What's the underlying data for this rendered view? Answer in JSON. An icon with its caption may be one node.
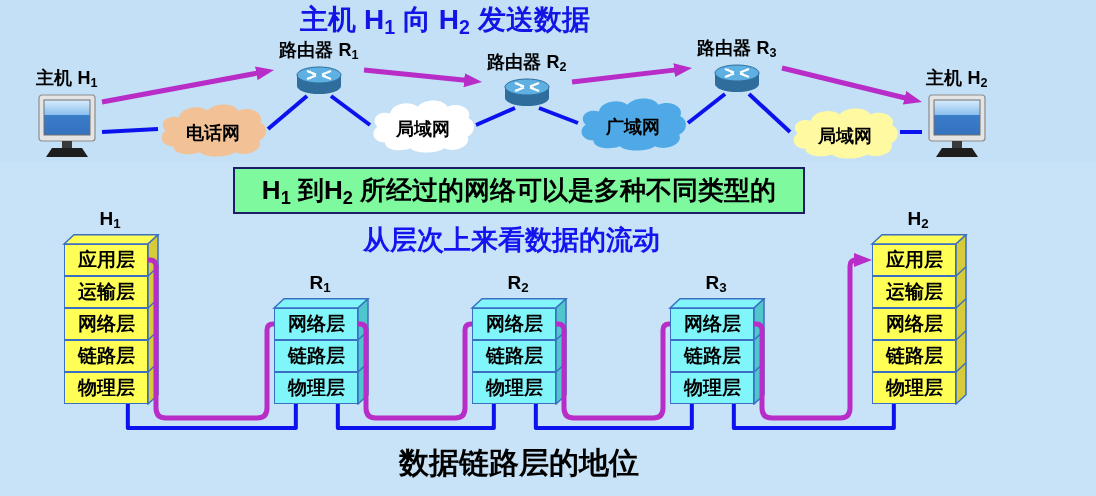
{
  "diagram": {
    "title": "主机 H$_{1}$ 向 H$_{2}$ 发送数据",
    "caption": "数据链路层的地位",
    "nodes": [
      {
        "text": [
          "主机 H$_{1}$"
        ]
      },
      {
        "text": [
          "电话网"
        ]
      },
      {
        "text": [
          "路由器 R$_{1}$"
        ]
      },
      {
        "text": [
          "局域网"
        ]
      },
      {
        "text": [
          "路由器 R$_{2}$"
        ]
      },
      {
        "text": [
          "广域网"
        ]
      },
      {
        "text": [
          "路由器 R$_{3}$"
        ]
      },
      {
        "text": [
          "局域网"
        ]
      },
      {
        "text": [
          "主机 H$_{2}$"
        ]
      },
      {
        "text": [
          "H$_{1}$ 到H$_{2}$ 所经过的网络可以是多种不同类型的"
        ]
      },
      {
        "text": [
          "H$_{1}$"
        ]
      },
      {
        "text": [
          "应用层"
        ],
        "in": 10
      },
      {
        "text": [
          "运输层"
        ],
        "in": 10
      },
      {
        "text": [
          "网络层"
        ],
        "in": 10
      },
      {
        "text": [
          "链路层"
        ],
        "in": 10
      },
      {
        "text": [
          "物理层"
        ],
        "in": 10
      },
      {
        "text": [
          "R$_{1}$"
        ]
      },
      {
        "text": [
          "网络层"
        ],
        "in": 16
      },
      {
        "text": [
          "链路层"
        ],
        "in": 16
      },
      {
        "text": [
          "物理层"
        ],
        "in": 16
      },
      {
        "text": [
          "R$_{2}$"
        ]
      },
      {
        "text": [
          "网络层"
        ],
        "in": 20
      },
      {
        "text": [
          "链路层"
        ],
        "in": 20
      },
      {
        "text": [
          "物理层"
        ],
        "in": 20
      },
      {
        "text": [
          "R$_{3}$"
        ]
      },
      {
        "text": [
          "网络层"
        ],
        "in": 24
      },
      {
        "text": [
          "链路层"
        ],
        "in": 24
      },
      {
        "text": [
          "物理层"
        ],
        "in": 24
      },
      {
        "text": [
          "H$_{2}$"
        ]
      },
      {
        "text": [
          "应用层"
        ],
        "in": 28
      },
      {
        "text": [
          "运输层"
        ],
        "in": 28
      },
      {
        "text": [
          "网络层"
        ],
        "in": 28
      },
      {
        "text": [
          "链路层"
        ],
        "in": 28
      },
      {
        "text": [
          "物理层"
        ],
        "in": 28
      }
    ],
    "edges": [
      {
        "from": 0,
        "to": 1,
        "arrow": "none"
      },
      {
        "from": 1,
        "to": 2,
        "arrow": "none"
      },
      {
        "from": 2,
        "to": 3,
        "arrow": "none"
      },
      {
        "from": 3,
        "to": 4,
        "arrow": "none"
      },
      {
        "from": 4,
        "to": 5,
        "arrow": "none"
      },
      {
        "from": 5,
        "to": 6,
        "arrow": "none"
      },
      {
        "from": 6,
        "to": 7,
        "arrow": "none"
      },
      {
        "from": 7,
        "to": 8,
        "arrow": "none"
      },
      {
        "from": 0,
        "to": 2,
        "arrow": "to",
        "color": "#b82cc8"
      },
      {
        "from": 2,
        "to": 4,
        "arrow": "to",
        "color": "#b82cc8"
      },
      {
        "from": 4,
        "to": 6,
        "arrow": "to",
        "color": "#b82cc8"
      },
      {
        "from": 6,
        "to": 8,
        "arrow": "to",
        "color": "#b82cc8"
      },
      {
        "from": 15,
        "to": 19,
        "arrow": "none"
      },
      {
        "from": 19,
        "to": 23,
        "arrow": "none"
      },
      {
        "from": 23,
        "to": 27,
        "arrow": "none"
      },
      {
        "from": 27,
        "to": 33,
        "arrow": "none"
      },
      {
        "from": 11,
        "to": 17,
        "arrow": "none",
        "color": "#b82cc8"
      },
      {
        "from": 17,
        "to": 21,
        "arrow": "none",
        "color": "#b82cc8"
      },
      {
        "from": 21,
        "to": 25,
        "arrow": "none",
        "color": "#b82cc8"
      },
      {
        "from": 25,
        "to": 29,
        "arrow": "to",
        "color": "#b82cc8"
      }
    ],
    "labels": [
      "从层次上来看数据的流动"
    ]
  }
}
